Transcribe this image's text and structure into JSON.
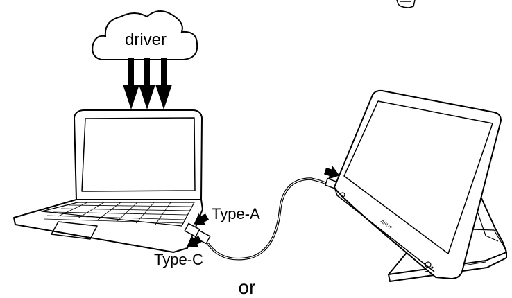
{
  "labels": {
    "cloud": "driver",
    "type_a": "Type-A",
    "type_c": "Type-C",
    "or": "or",
    "brand": "ASUS"
  },
  "colors": {
    "line": "#000000",
    "background": "#ffffff",
    "monitor_bezel": "#ffffff"
  }
}
